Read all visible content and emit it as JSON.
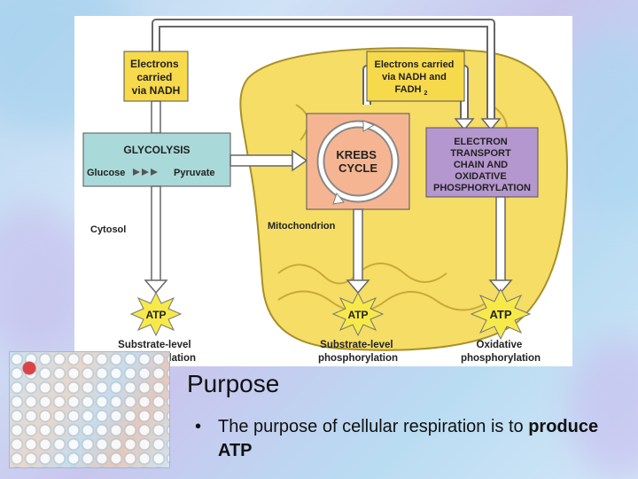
{
  "diagram": {
    "label_nadh": [
      "Electrons",
      "carried",
      "via NADH"
    ],
    "label_nadh_fadh2": [
      "Electrons carried",
      "via NADH and",
      "FADH",
      "2"
    ],
    "glycolysis": {
      "title": "GLYCOLYSIS",
      "input": "Glucose",
      "output": "Pyruvate"
    },
    "krebs": [
      "KREBS",
      "CYCLE"
    ],
    "etc": [
      "ELECTRON",
      "TRANSPORT",
      "CHAIN AND",
      "OXIDATIVE",
      "PHOSPHORYLATION"
    ],
    "cytosol": "Cytosol",
    "mitochondrion": "Mitochondrion",
    "atp": "ATP",
    "outputs": [
      [
        "Substrate-level",
        "phosphorylation"
      ],
      [
        "Substrate-level",
        "phosphorylation"
      ],
      [
        "Oxidative",
        "phosphorylation"
      ]
    ],
    "colors": {
      "mitochondrion": "#f5dd66",
      "yellow_box": "#f7d94c",
      "glycolysis_box": "#a9d9d8",
      "krebs_box": "#f6b592",
      "etc_box": "#b597cf",
      "atp_star": "#f7e94a",
      "arrow_fill": "#ffffff"
    }
  },
  "slide": {
    "heading": "Purpose",
    "bullet_prefix": "The purpose of cellular respiration is to",
    "bullet_bold": "produce ATP",
    "bullet_marker": "•"
  }
}
